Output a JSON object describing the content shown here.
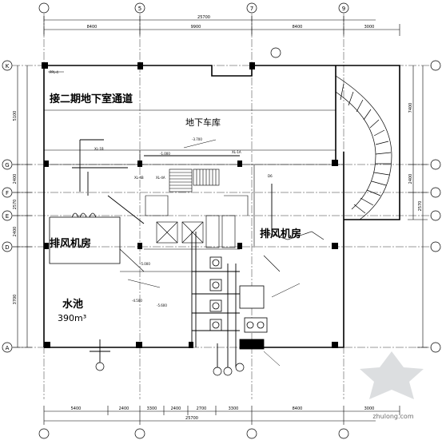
{
  "labels": {
    "passage": "接二期地下室通道",
    "garage": "地下车库",
    "fan_room": "排风机房",
    "pool": "水池",
    "pool_volume": "390m³"
  },
  "axes_top": [
    "5",
    "7",
    "9"
  ],
  "axes_left": [
    "K",
    "G",
    "F",
    "E",
    "D",
    "A"
  ],
  "dims": {
    "top_total": "25700",
    "top_segs": [
      "8400",
      "9900",
      "8400",
      "3000"
    ],
    "bottom_total": "25700",
    "bottom_segs": [
      "5400",
      "2400",
      "3300",
      "2400",
      "2700",
      "3300",
      "8400",
      "3000"
    ],
    "left_segs": [
      "5100",
      "2400",
      "2570",
      "2400",
      "3700"
    ],
    "right_segs": [
      "7400",
      "2400",
      "2570"
    ]
  },
  "levels": [
    "-1.000",
    "-3.700",
    "-4.500",
    "-5.000",
    "-5.600"
  ],
  "tags": [
    "PPL-4",
    "XL-1B",
    "XL-1A",
    "XL-4B",
    "XL-4A",
    "D6"
  ],
  "watermark": "zhulong.com"
}
